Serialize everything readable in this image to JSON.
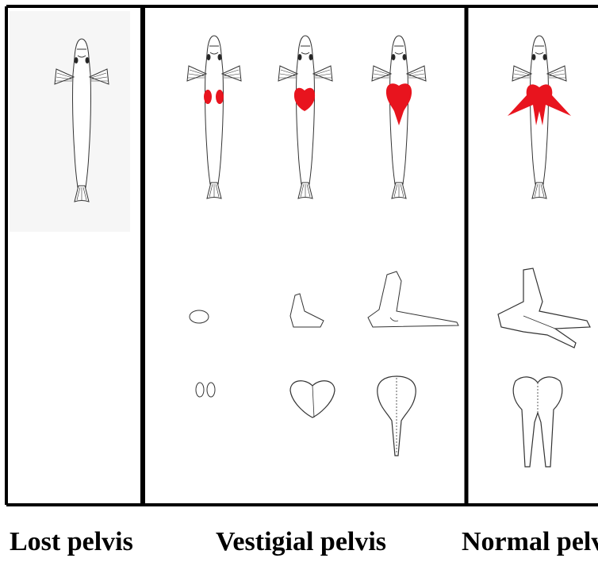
{
  "panels": [
    {
      "label": "Lost pelvis"
    },
    {
      "label": "Vestigial pelvis"
    },
    {
      "label": "Normal pelvis"
    }
  ],
  "colors": {
    "frame": "#000000",
    "pelvis_highlight": "#e8141e",
    "outline": "#333333",
    "panel_bg": "#f6f6f6"
  }
}
